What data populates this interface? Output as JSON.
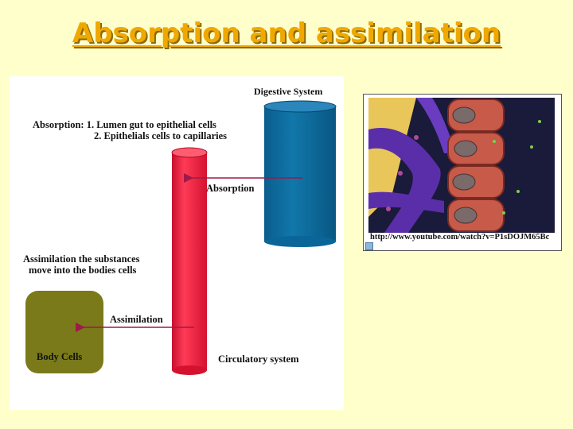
{
  "slide": {
    "title": "Absorption and assimilation"
  },
  "diagram": {
    "digestive_label": "Digestive System",
    "absorption_def_line1": "Absorption: 1. Lumen gut to epithelial cells",
    "absorption_def_line2": "2. Epithelials cells to capillaries",
    "absorption_arrow_label": "Absorption",
    "assimilation_def_line1": "Assimilation the substances",
    "assimilation_def_line2": "move into the bodies cells",
    "assimilation_arrow_label": "Assimilation",
    "body_cells_label": "Body Cells",
    "circulatory_label": "Circulatory system"
  },
  "video": {
    "caption": "http://www.youtube.com/watch?v=P1sDOJM65Bc"
  },
  "colors": {
    "title": "#f0a800",
    "background": "#ffffcc",
    "digestive_tube": "#0a6699",
    "circulatory_tube": "#ee1c3c",
    "body_cells": "#7a7a1a",
    "arrow": "#9e1a4a"
  }
}
